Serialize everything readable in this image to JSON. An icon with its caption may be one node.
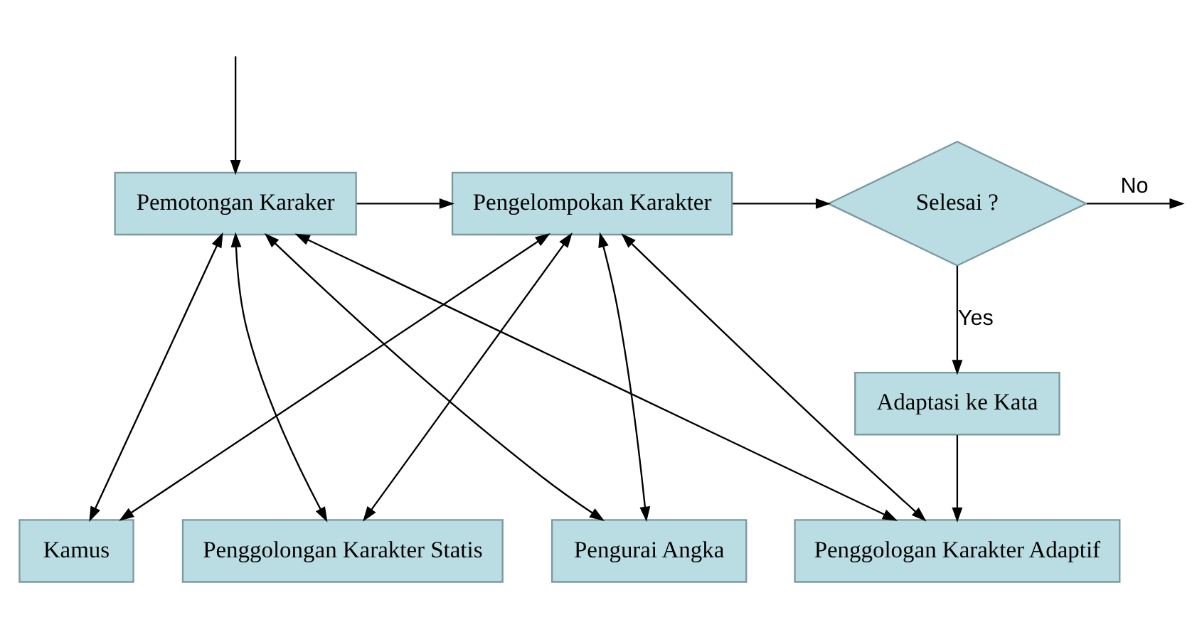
{
  "diagram": {
    "nodes": [
      {
        "text": [
          "Pemotongan Karaker"
        ]
      },
      {
        "text": [
          "Pengelompokan Karakter"
        ]
      },
      {
        "text": [
          "Selesai ?"
        ]
      },
      {
        "text": [
          "Adaptasi ke Kata"
        ]
      },
      {
        "text": [
          "Penggolongan Karakter Statis"
        ]
      },
      {
        "text": [
          "Kamus"
        ]
      },
      {
        "text": [
          "Penggologan Karakter Adaptif"
        ]
      },
      {
        "text": [
          "Pengurai Angka"
        ]
      }
    ],
    "edges": [
      {
        "from": null,
        "to": 0,
        "arrow": "to"
      },
      {
        "from": 0,
        "to": 1,
        "arrow": "to"
      },
      {
        "from": 1,
        "to": 2,
        "arrow": "to"
      },
      {
        "from": 2,
        "to": null,
        "arrow": "to",
        "label": "No"
      },
      {
        "from": 2,
        "to": 3,
        "arrow": "to",
        "label": "Yes"
      },
      {
        "from": 0,
        "to": 4,
        "arrow": "both"
      },
      {
        "from": 0,
        "to": 5,
        "arrow": "both"
      },
      {
        "from": 0,
        "to": 6,
        "arrow": "both"
      },
      {
        "from": 0,
        "to": 7,
        "arrow": "both"
      },
      {
        "from": 1,
        "to": 4,
        "arrow": "both"
      },
      {
        "from": 1,
        "to": 5,
        "arrow": "both"
      },
      {
        "from": 1,
        "to": 6,
        "arrow": "both"
      },
      {
        "from": 1,
        "to": 7,
        "arrow": "both"
      },
      {
        "from": 3,
        "to": 6,
        "arrow": "to"
      }
    ]
  }
}
